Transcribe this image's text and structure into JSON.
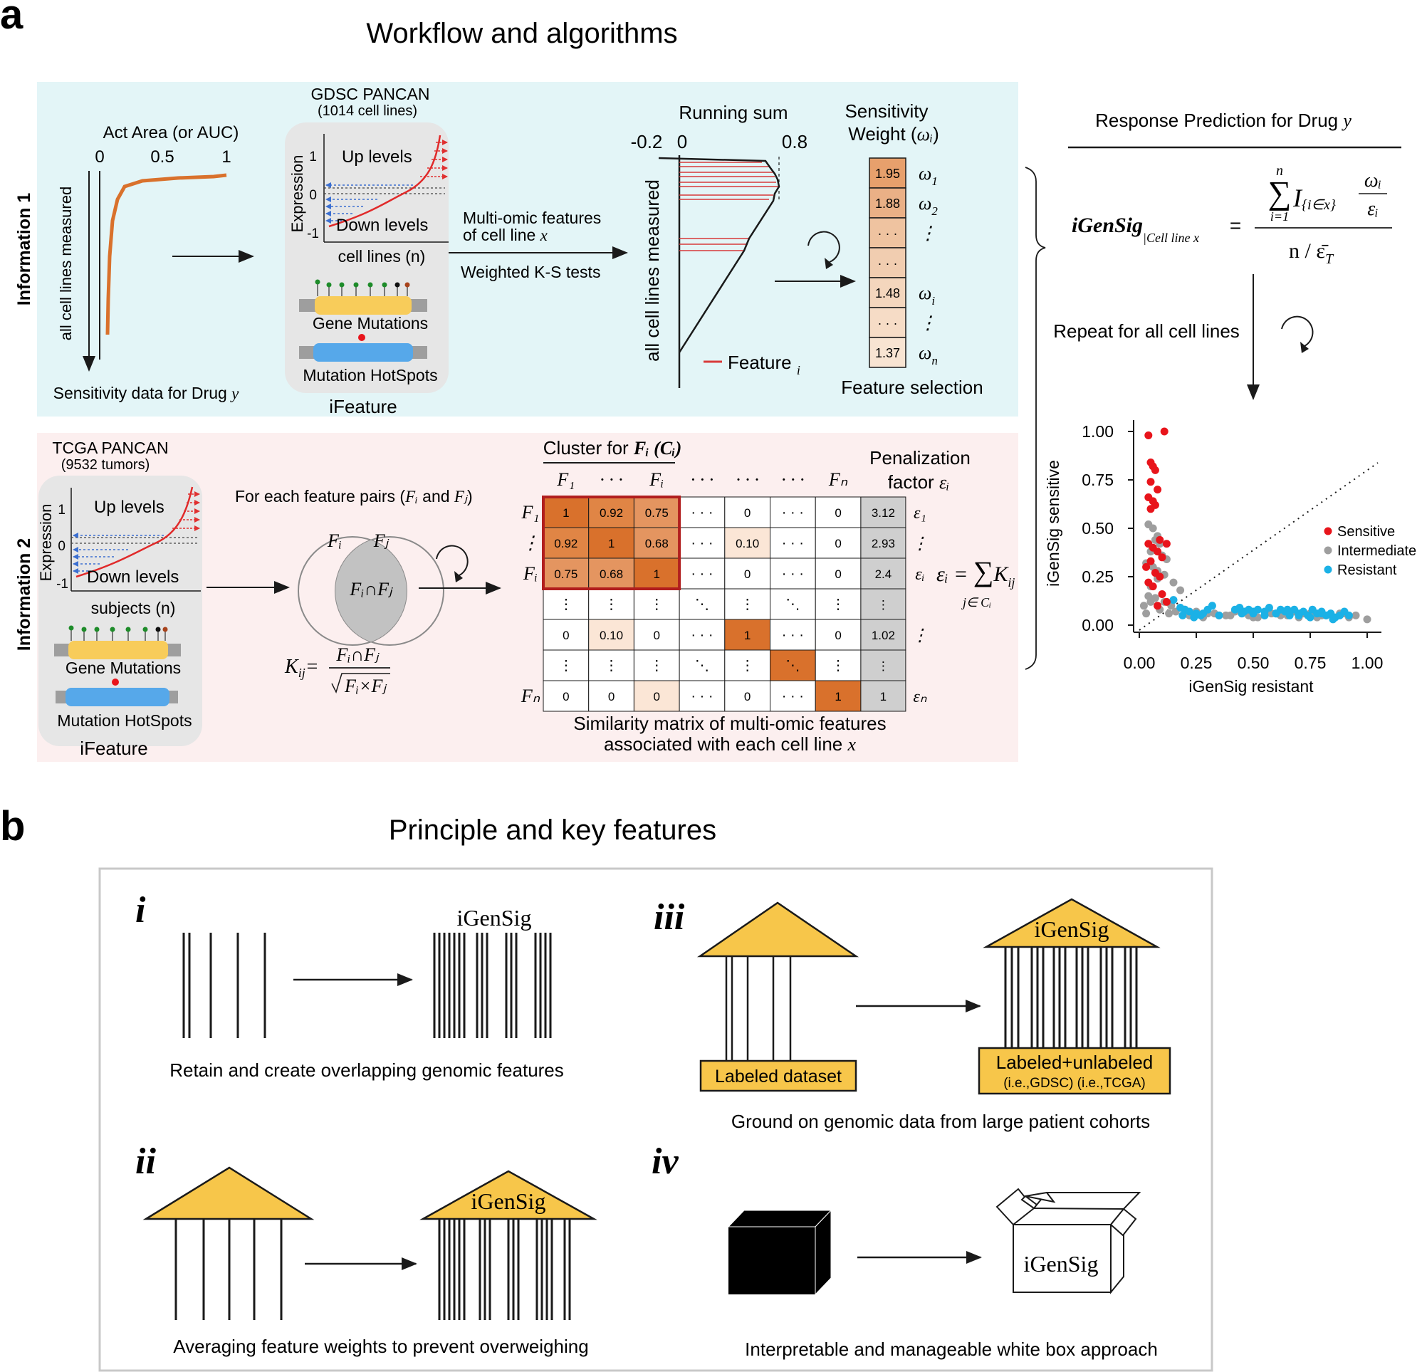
{
  "panel_a": {
    "letter": "a",
    "title": "Workflow and algorithms",
    "info1": {
      "label": "Information 1",
      "sens_plot": {
        "axis_title": "Act Area (or AUC)",
        "ticks": [
          "0",
          "0.5",
          "1"
        ],
        "ylabel": "all cell lines measured",
        "caption": "Sensitivity data for Drug ",
        "caption_var": "y"
      },
      "gdsc": {
        "title": "GDSC PANCAN",
        "subtitle": "(1014 cell lines)",
        "up_label": "Up levels",
        "down_label": "Down levels",
        "ylabel": "Expression",
        "yticks": [
          "1",
          "0",
          "-1"
        ],
        "xlabel": "cell lines (n)",
        "gene_mutations": "Gene Mutations",
        "hotspots": "Mutation HotSpots",
        "ifeature": "iFeature"
      },
      "arrow_text_1": "Multi-omic features",
      "arrow_text_2": "of cell line ",
      "arrow_text_2_var": "x",
      "arrow_text_3": "Weighted K-S tests",
      "running_sum": {
        "title": "Running sum",
        "ticks": [
          "-0.2",
          "0",
          "0.8"
        ],
        "ylabel": "all cell lines measured",
        "legend": "Feature ",
        "legend_sub": "i"
      },
      "weights": {
        "title_1": "Sensitivity",
        "title_2": "Weight (",
        "title_sym": "ωᵢ",
        "title_end": ")",
        "values": [
          "1.95",
          "1.88",
          "· · ·",
          "· · ·",
          "1.48",
          "· · ·",
          "1.37"
        ],
        "omegas": [
          "ω",
          "ω",
          "⋮",
          "",
          "ω",
          "⋮",
          "ω"
        ],
        "omega_subs": [
          "1",
          "2",
          "",
          "",
          "i",
          "",
          "n"
        ],
        "caption": "Feature selection"
      }
    },
    "info2": {
      "label": "Information 2",
      "tcga": {
        "title": "TCGA PANCAN",
        "subtitle": "(9532 tumors)",
        "up_label": "Up levels",
        "down_label": "Down levels",
        "ylabel": "Expression",
        "yticks": [
          "1",
          "0",
          "-1"
        ],
        "xlabel": "subjects (n)",
        "gene_mutations": "Gene Mutations",
        "hotspots": "Mutation HotSpots",
        "ifeature": "iFeature"
      },
      "pairs_text": "For each feature pairs (",
      "pairs_fi": "Fᵢ",
      "pairs_and": " and ",
      "pairs_fj": "Fⱼ",
      "pairs_end": ")",
      "venn_fi": "Fᵢ",
      "venn_fj": "Fⱼ",
      "venn_center": "Fᵢ∩Fⱼ",
      "kij_lhs": "K",
      "kij_sub": "ij",
      "kij_num": "Fᵢ∩Fⱼ",
      "kij_den": "Fᵢ×Fⱼ",
      "cluster_title": "Cluster for ",
      "cluster_sym": "Fᵢ (Cᵢ)",
      "matrix": {
        "col_headers": [
          "F₁",
          "· · ·",
          "Fᵢ",
          "· · ·",
          "· · ·",
          "· · ·",
          "Fₙ"
        ],
        "row_headers": [
          "F₁",
          "⋮",
          "Fᵢ",
          "",
          "",
          "",
          "Fₙ"
        ],
        "cells": [
          [
            "1",
            "0.92",
            "0.75",
            "· · ·",
            "0",
            "· · ·",
            "0"
          ],
          [
            "0.92",
            "1",
            "0.68",
            "· · ·",
            "0.10",
            "· · ·",
            "0"
          ],
          [
            "0.75",
            "0.68",
            "1",
            "· · ·",
            "0",
            "· · ·",
            "0"
          ],
          [
            "⋮",
            "⋮",
            "⋮",
            "⋱",
            "⋮",
            "⋱",
            "⋮"
          ],
          [
            "0",
            "0.10",
            "0",
            "· · ·",
            "1",
            "· · ·",
            "0"
          ],
          [
            "⋮",
            "⋮",
            "⋮",
            "⋱",
            "⋮",
            "⋱",
            "⋮"
          ],
          [
            "0",
            "0",
            "0",
            "· · ·",
            "0",
            "· · ·",
            "1"
          ]
        ],
        "penalty_title_1": "Penalization",
        "penalty_title_2": "factor ",
        "penalty_sym": "εᵢ",
        "penalty_values": [
          "3.12",
          "2.93",
          "2.4",
          "⋮",
          "1.02",
          "⋮",
          "1"
        ],
        "eps_labels": [
          "ε₁",
          "⋮",
          "εᵢ",
          "",
          "⋮",
          "",
          "εₙ"
        ],
        "eps_formula_lhs": "εᵢ = ",
        "eps_formula_sum": "∑",
        "eps_formula_k": "K",
        "eps_formula_ksub": "ij",
        "eps_formula_under": "j∈ Cᵢ",
        "caption_1": "Similarity matrix of multi-omic features",
        "caption_2": "associated with each cell line ",
        "caption_var": "x"
      }
    },
    "prediction": {
      "title": "Response Prediction for Drug ",
      "title_var": "y",
      "igensig": "iGenSig",
      "igensig_sub": "|Cell line x",
      "eq": "=",
      "sum_top": "n",
      "sum_bottom": "i=1",
      "indicator": "I",
      "indicator_sub": "{i∈x}",
      "frac_num": "ωᵢ",
      "frac_den": "εᵢ",
      "denominator": "n / ε̄",
      "denominator_sub": "T",
      "repeat": "Repeat for all cell lines"
    }
  },
  "chart_data": {
    "type": "scatter",
    "xlabel": "iGenSig resistant",
    "ylabel": "iGenSig sensitive",
    "xlim": [
      0,
      1.0
    ],
    "ylim": [
      0,
      1.0
    ],
    "xticks": [
      "0.00",
      "0.25",
      "0.50",
      "0.75",
      "1.00"
    ],
    "yticks": [
      "0.00",
      "0.25",
      "0.50",
      "0.75",
      "1.00"
    ],
    "legend_position": "right",
    "reference_line": "diagonal dotted",
    "series": [
      {
        "name": "Sensitive",
        "color": "#e8141b",
        "x": [
          0.11,
          0.04,
          0.05,
          0.06,
          0.07,
          0.05,
          0.08,
          0.04,
          0.06,
          0.07,
          0.05,
          0.09,
          0.12,
          0.04,
          0.06,
          0.08,
          0.1,
          0.05,
          0.03,
          0.07,
          0.09,
          0.04,
          0.06,
          0.1,
          0.12,
          0.08
        ],
        "y": [
          1.0,
          0.98,
          0.84,
          0.82,
          0.8,
          0.74,
          0.7,
          0.66,
          0.64,
          0.62,
          0.6,
          0.44,
          0.42,
          0.42,
          0.4,
          0.38,
          0.35,
          0.33,
          0.3,
          0.27,
          0.25,
          0.22,
          0.2,
          0.16,
          0.12,
          0.1
        ]
      },
      {
        "name": "Intermediate",
        "color": "#9e9e9e",
        "x": [
          0.04,
          0.06,
          0.08,
          0.07,
          0.09,
          0.05,
          0.1,
          0.12,
          0.03,
          0.06,
          0.08,
          0.15,
          0.18,
          0.04,
          0.07,
          0.11,
          0.14,
          0.2,
          0.25,
          0.3,
          0.35,
          0.4,
          0.45,
          0.5,
          0.55,
          0.6,
          0.65,
          0.7,
          0.75,
          0.8,
          0.85,
          0.9,
          0.95,
          0.02,
          0.05,
          0.09,
          0.13,
          0.16,
          0.22,
          0.28,
          0.33,
          0.38,
          0.42,
          0.48,
          0.52,
          0.58,
          0.62,
          0.68,
          0.72,
          0.78,
          0.82,
          0.88,
          0.92,
          1.0,
          0.05,
          0.08,
          0.11,
          0.03
        ],
        "y": [
          0.52,
          0.5,
          0.46,
          0.44,
          0.42,
          0.38,
          0.36,
          0.34,
          0.32,
          0.3,
          0.28,
          0.22,
          0.18,
          0.15,
          0.14,
          0.12,
          0.1,
          0.08,
          0.07,
          0.06,
          0.05,
          0.05,
          0.06,
          0.04,
          0.05,
          0.06,
          0.05,
          0.04,
          0.06,
          0.05,
          0.04,
          0.06,
          0.05,
          0.1,
          0.12,
          0.08,
          0.06,
          0.07,
          0.05,
          0.04,
          0.06,
          0.05,
          0.07,
          0.05,
          0.04,
          0.06,
          0.05,
          0.07,
          0.06,
          0.04,
          0.05,
          0.06,
          0.04,
          0.03,
          0.2,
          0.24,
          0.26,
          0.06
        ]
      },
      {
        "name": "Resistant",
        "color": "#1bb1e6",
        "x": [
          0.2,
          0.22,
          0.25,
          0.27,
          0.3,
          0.24,
          0.32,
          0.18,
          0.15,
          0.19,
          0.42,
          0.44,
          0.46,
          0.48,
          0.5,
          0.52,
          0.55,
          0.57,
          0.6,
          0.62,
          0.64,
          0.66,
          0.68,
          0.7,
          0.72,
          0.74,
          0.76,
          0.78,
          0.8,
          0.82,
          0.84,
          0.86,
          0.88,
          0.9,
          0.45,
          0.5,
          0.55,
          0.6,
          0.65,
          0.7,
          0.75,
          0.8,
          0.85,
          0.92,
          0.28,
          0.35
        ],
        "y": [
          0.08,
          0.07,
          0.06,
          0.05,
          0.08,
          0.04,
          0.1,
          0.09,
          0.13,
          0.05,
          0.08,
          0.09,
          0.07,
          0.08,
          0.06,
          0.08,
          0.07,
          0.09,
          0.06,
          0.08,
          0.07,
          0.05,
          0.08,
          0.06,
          0.07,
          0.05,
          0.08,
          0.06,
          0.07,
          0.05,
          0.06,
          0.04,
          0.05,
          0.07,
          0.06,
          0.07,
          0.05,
          0.06,
          0.08,
          0.05,
          0.04,
          0.06,
          0.03,
          0.05,
          0.06,
          0.05
        ]
      }
    ]
  },
  "panel_b": {
    "letter": "b",
    "title": "Principle and key features",
    "i": {
      "numeral": "i",
      "label": "iGenSig",
      "caption": "Retain and create overlapping genomic features"
    },
    "ii": {
      "numeral": "ii",
      "label": "iGenSig",
      "caption": "Averaging feature weights to prevent overweighing"
    },
    "iii": {
      "numeral": "iii",
      "label": "iGenSig",
      "left_box": "Labeled dataset",
      "right_box_1": "Labeled+unlabeled",
      "right_box_2": "(i.e.,GDSC)  (i.e.,TCGA)",
      "caption": "Ground on genomic data from large patient cohorts"
    },
    "iv": {
      "numeral": "iv",
      "label": "iGenSig",
      "caption": "Interpretable and manageable white box approach"
    }
  },
  "colors": {
    "info1_bg": "#e3f5f7",
    "info2_bg": "#fcefef",
    "orange": "#d9712c",
    "gold": "#f7c64a",
    "red_box": "#b11e1e",
    "gene_bar": "#f8cc5a",
    "hotspot_bar": "#56a8ea"
  }
}
